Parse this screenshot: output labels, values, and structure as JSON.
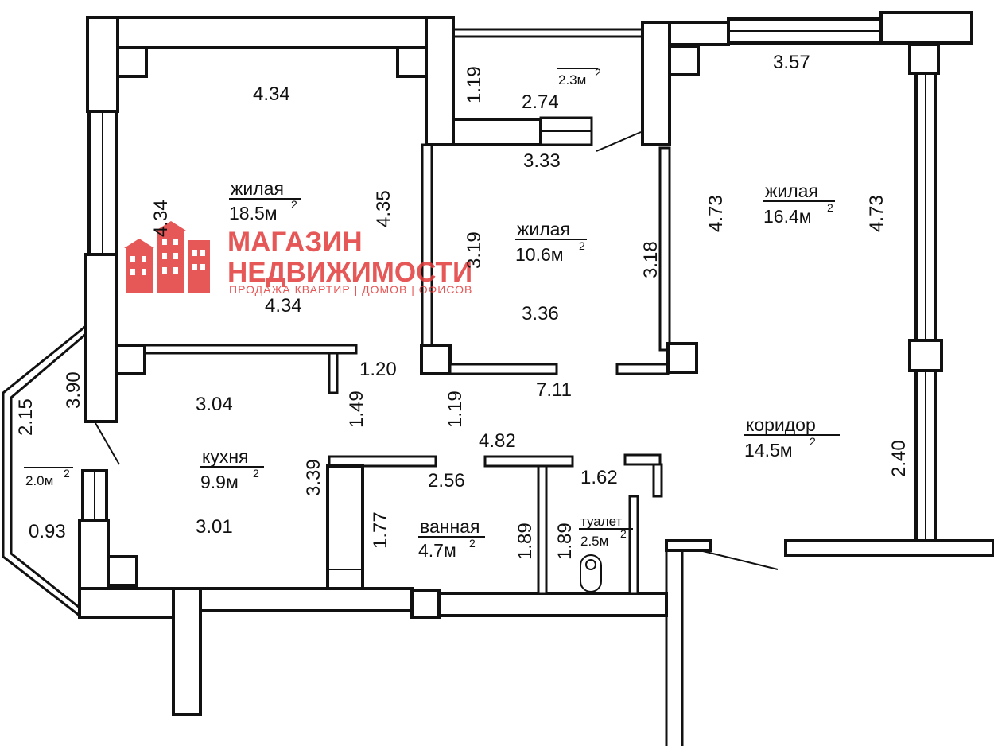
{
  "colors": {
    "line": "#111111",
    "background": "#ffffff",
    "brand": "#e23a3a"
  },
  "logo": {
    "line1": "МАГАЗИН",
    "line2": "НЕДВИЖИМОСТИ",
    "tagline": "ПРОДАЖА КВАРТИР | ДОМОВ | ОФИСОВ",
    "icon": "building-icon"
  },
  "rooms": {
    "living1": {
      "label": "жилая",
      "area": "18.5м",
      "sup": "2"
    },
    "living2": {
      "label": "жилая",
      "area": "10.6м",
      "sup": "2"
    },
    "living3": {
      "label": "жилая",
      "area": "16.4м",
      "sup": "2"
    },
    "kitchen": {
      "label": "кухня",
      "area": "9.9м",
      "sup": "2"
    },
    "bath": {
      "label": "ванная",
      "area": "4.7м",
      "sup": "2"
    },
    "toilet": {
      "label": "туалет",
      "area": "2.5м",
      "sup": "2"
    },
    "corridor": {
      "label": "коридор",
      "area": "14.5м",
      "sup": "2"
    },
    "balcony_top": {
      "area": "2.3м",
      "sup": "2"
    },
    "balcony_left": {
      "area": "2.0м",
      "sup": "2"
    }
  },
  "dimensions": {
    "r1_top": "4.34",
    "r1_left": "4.34",
    "r1_right": "4.35",
    "r1_bottom": "4.34",
    "balc_top_h": "1.19",
    "balc_top_w": "2.74",
    "r2_top": "3.33",
    "r2_left": "3.19",
    "r2_right": "3.18",
    "r2_bottom": "3.36",
    "r3_top": "3.57",
    "r3_left": "4.73",
    "r3_right": "4.73",
    "corr_right": "2.40",
    "d_120": "1.20",
    "d_149": "1.49",
    "d_119": "1.19",
    "d_711": "7.11",
    "d_482": "4.82",
    "k_top": "3.04",
    "k_bottom": "3.01",
    "k_right": "3.39",
    "bal_left_215": "2.15",
    "bal_left_390": "3.90",
    "bal_left_093": "0.93",
    "bath_top": "2.56",
    "bath_left": "1.77",
    "bath_right": "1.89",
    "toilet_left": "1.89",
    "toilet_top": "1.62"
  }
}
